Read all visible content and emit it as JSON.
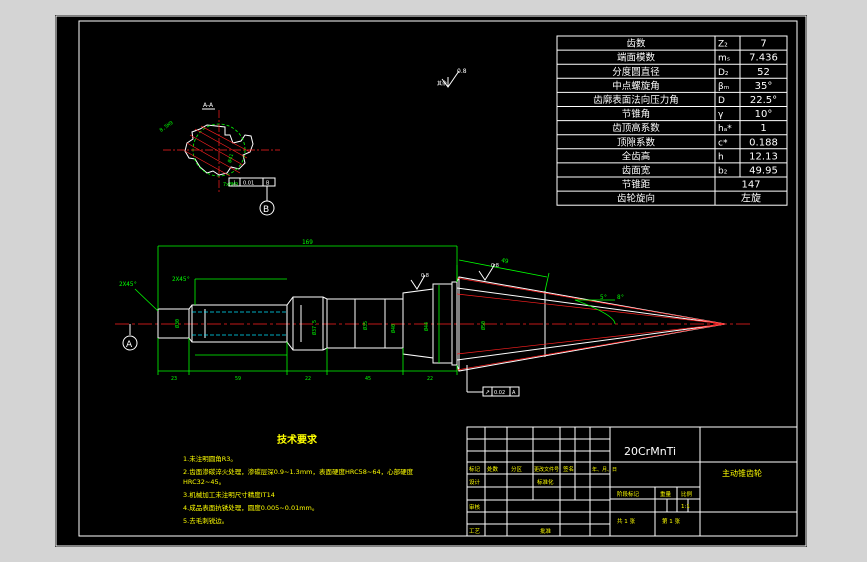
{
  "params": [
    {
      "name": "齿数",
      "sym": "Z₂",
      "val": "7"
    },
    {
      "name": "端面模数",
      "sym": "mₛ",
      "val": "7.436"
    },
    {
      "name": "分度圆直径",
      "sym": "D₂",
      "val": "52"
    },
    {
      "name": "中点螺旋角",
      "sym": "βₘ",
      "val": "35°"
    },
    {
      "name": "齿廓表面法向压力角",
      "sym": "D",
      "val": "22.5°"
    },
    {
      "name": "节锥角",
      "sym": "γ",
      "val": "10°"
    },
    {
      "name": "齿顶高系数",
      "sym": "hₐ*",
      "val": "1"
    },
    {
      "name": "顶隙系数",
      "sym": "c*",
      "val": "0.188"
    },
    {
      "name": "全齿高",
      "sym": "h",
      "val": "12.13"
    },
    {
      "name": "齿面宽",
      "sym": "b₂",
      "val": "49.95"
    },
    {
      "name": "节锥距",
      "sym": "",
      "val": "147"
    },
    {
      "name": "齿轮旋向",
      "sym": "",
      "val": "左旋"
    }
  ],
  "section": {
    "label": "A-A",
    "mark": "B",
    "tol_frame": [
      "⊥",
      "0.01",
      "B"
    ]
  },
  "roughness": "0.8",
  "dims": {
    "overall": "169",
    "chamfer_left": "2X45°",
    "chamfer_step": "2X45°",
    "cone_len": "49",
    "seg1": "23",
    "seg2": "59",
    "seg3": "22",
    "seg4": "45",
    "seg5": "22",
    "dia1": "Ø30",
    "dia2": "Ø37.5",
    "dia3": "Ø35",
    "dia4": "Ø40",
    "dia5": "Ø44",
    "dia6": "Ø50",
    "angle1": "5°",
    "angle2": "8°",
    "datum": "A",
    "runout": [
      "↗",
      "0.02",
      "A"
    ],
    "rough2": "0.8"
  },
  "notes": {
    "title": "技术要求",
    "lines": [
      "1.未注明圆角R3。",
      "2.齿面渗碳淬火处理，渗碳层深0.9~1.3mm，表面硬度HRC58~64，心部硬度",
      "HRC32~45。",
      "3.机械加工未注明尺寸精度IT14",
      "4.成品表面抗锈处理，圆度0.005~0.01mm。",
      "5.去毛刺锐边。"
    ]
  },
  "title_block": {
    "material": "20CrMnTi",
    "part_name": "主动锥齿轮",
    "hdr": [
      "标记",
      "处数",
      "分区",
      "更改文件号",
      "签名",
      "年、月、日"
    ],
    "row_design": [
      "设计",
      "",
      "标准化"
    ],
    "row_check": "审核",
    "row_process": "工艺",
    "row_approve": "批准",
    "stage_hdr": [
      "阶段标记",
      "重量",
      "比例"
    ],
    "scale": "1:1",
    "sheets": "共 1 张",
    "sheet_no": "第 1 张"
  }
}
